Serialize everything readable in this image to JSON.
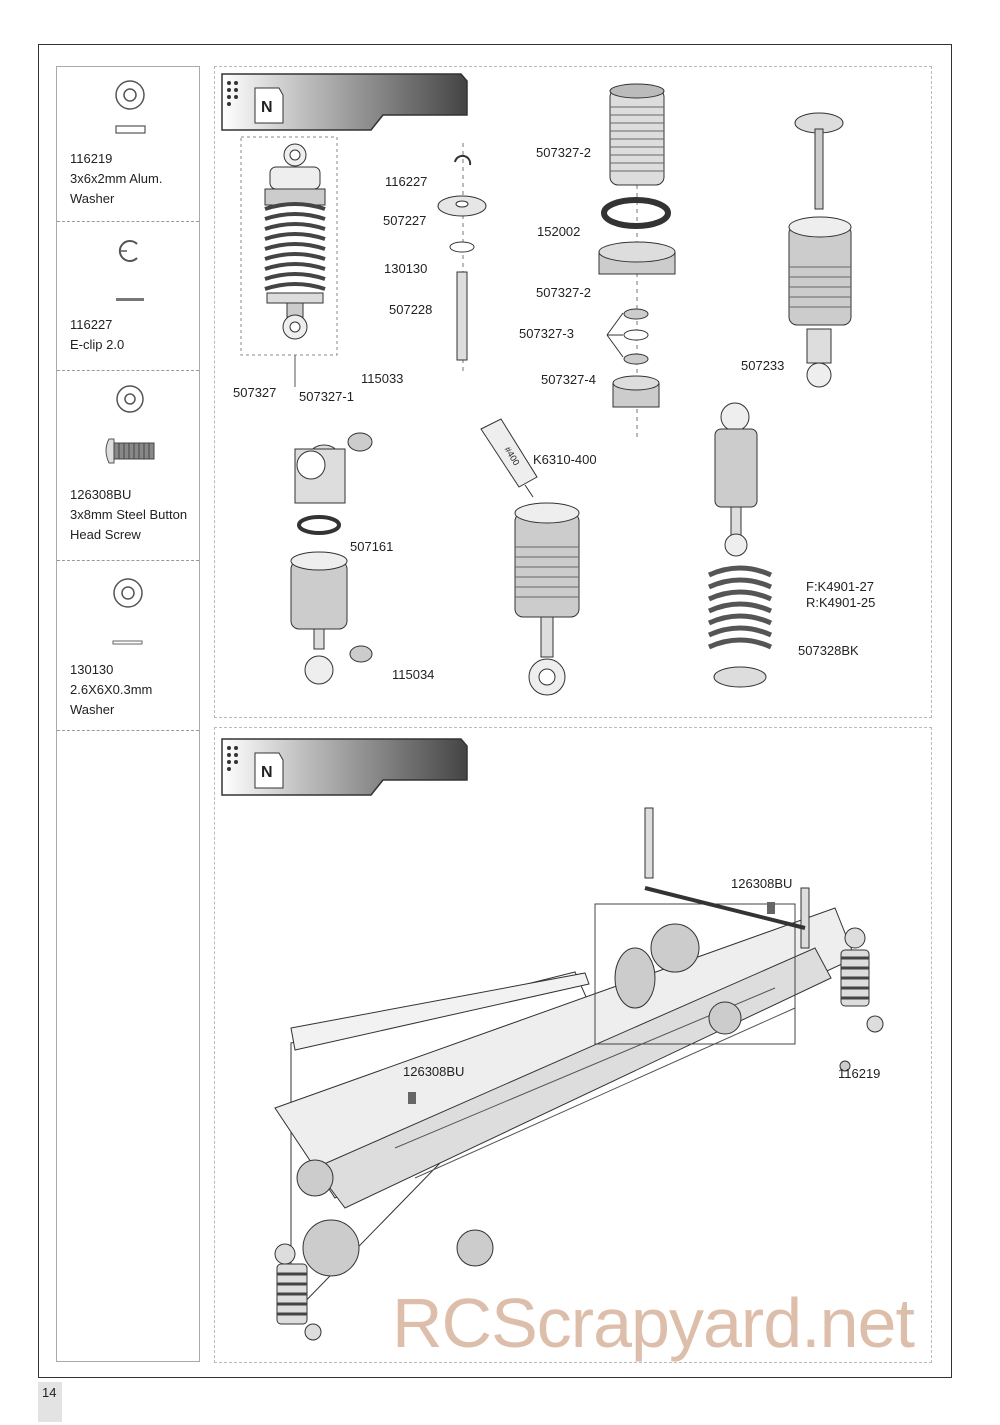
{
  "parts": [
    {
      "number": "116219",
      "line1": "3x6x2mm Alum.",
      "line2": "Washer"
    },
    {
      "number": "116227",
      "line1": "E-clip 2.0",
      "line2": ""
    },
    {
      "number": "126308BU",
      "line1": "3x8mm Steel Button",
      "line2": "Head Screw"
    },
    {
      "number": "130130",
      "line1": "2.6X6X0.3mm",
      "line2": "Washer"
    }
  ],
  "step_badge": "N",
  "shock_labels": {
    "l_507327": "507327",
    "l_116227": "116227",
    "l_507227": "507227",
    "l_130130": "130130",
    "l_507228": "507228",
    "l_507327_2a": "507327-2",
    "l_152002": "152002",
    "l_507327_2b": "507327-2",
    "l_507327_3": "507327-3",
    "l_507327_4": "507327-4",
    "l_507233": "507233",
    "l_115033": "115033",
    "l_507327_1": "507327-1",
    "l_507161": "507161",
    "l_115034": "115034",
    "l_k6310": "K6310-400",
    "l_tube": "#400",
    "l_spring_f": "F:K4901-27",
    "l_spring_r": "R:K4901-25",
    "l_507328bk": "507328BK"
  },
  "chassis_labels": {
    "screw_top": "126308BU",
    "screw_left": "126308BU",
    "washer": "116219"
  },
  "page_number": "14",
  "watermark": "RCScrapyard.net"
}
